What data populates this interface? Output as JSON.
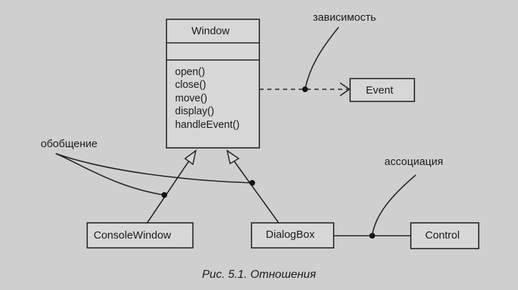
{
  "window_class": {
    "name": "Window",
    "operations": [
      "open()",
      "close()",
      "move()",
      "display()",
      "handleEvent()"
    ]
  },
  "classes": {
    "event": "Event",
    "console_window": "ConsoleWindow",
    "dialog_box": "DialogBox",
    "control": "Control"
  },
  "callouts": {
    "dependency": "зависимость",
    "generalization": "обобщение",
    "association": "ассоциация"
  },
  "caption": "Рис. 5.1. Отношения"
}
